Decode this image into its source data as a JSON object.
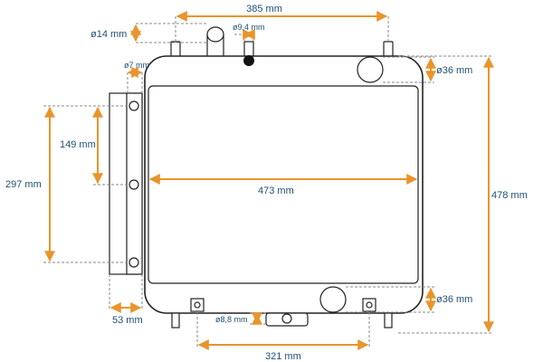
{
  "diagram": {
    "accent_color": "#e8952c",
    "label_color": "#1f4f73",
    "dimensions": {
      "top_pipe_spacing": "385 mm",
      "top_pipe_diameter": "ø14 mm",
      "filler_diameter": "ø9,4 mm",
      "side_pipe_diameter": "ø7 mm",
      "upper_port_diameter": "ø36 mm",
      "side_bracket_height": "149 mm",
      "side_bracket_total": "297 mm",
      "core_width": "473 mm",
      "total_height": "478 mm",
      "lower_port_diameter": "ø36 mm",
      "drain_diameter": "ø8,8 mm",
      "side_bracket_width": "53 mm",
      "bottom_mount_spacing": "321 mm"
    }
  }
}
